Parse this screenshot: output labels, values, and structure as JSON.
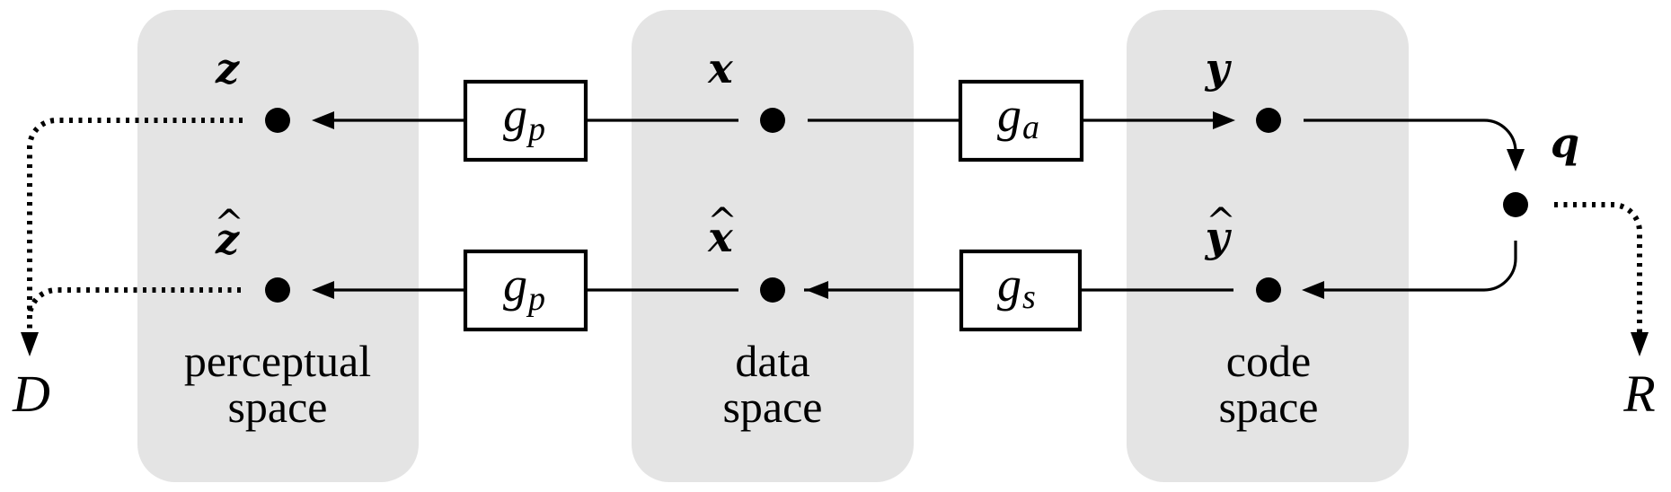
{
  "diagram": {
    "title": "Perceptual / data / code space transform coding diagram",
    "panels": [
      {
        "id": "perceptual",
        "label_lines": [
          "perceptual",
          "space"
        ]
      },
      {
        "id": "data",
        "label_lines": [
          "data",
          "space"
        ]
      },
      {
        "id": "code",
        "label_lines": [
          "code",
          "space"
        ]
      }
    ],
    "nodes": [
      {
        "id": "z",
        "label": "z",
        "hat": false
      },
      {
        "id": "z_hat",
        "label": "z",
        "hat": true
      },
      {
        "id": "x",
        "label": "x",
        "hat": false
      },
      {
        "id": "x_hat",
        "label": "x",
        "hat": true
      },
      {
        "id": "y",
        "label": "y",
        "hat": false
      },
      {
        "id": "y_hat",
        "label": "y",
        "hat": true
      },
      {
        "id": "q",
        "label": "q",
        "hat": false
      }
    ],
    "functions": [
      {
        "id": "gp_top",
        "name": "g",
        "subscript": "p",
        "from": "x",
        "to": "z"
      },
      {
        "id": "ga",
        "name": "g",
        "subscript": "a",
        "from": "x",
        "to": "y"
      },
      {
        "id": "gp_bottom",
        "name": "g",
        "subscript": "p",
        "from": "x_hat",
        "to": "z_hat"
      },
      {
        "id": "gs",
        "name": "g",
        "subscript": "s",
        "from": "y_hat",
        "to": "x_hat"
      }
    ],
    "edges": [
      {
        "from": "y",
        "to": "q",
        "style": "solid"
      },
      {
        "from": "q",
        "to": "y_hat",
        "style": "solid"
      },
      {
        "from": "z",
        "to": "D",
        "style": "dotted"
      },
      {
        "from": "z_hat",
        "to": "D",
        "style": "dotted"
      },
      {
        "from": "q",
        "to": "R",
        "style": "dotted"
      }
    ],
    "outputs": [
      {
        "id": "D",
        "label": "D"
      },
      {
        "id": "R",
        "label": "R"
      }
    ],
    "hat_glyph": "^"
  }
}
